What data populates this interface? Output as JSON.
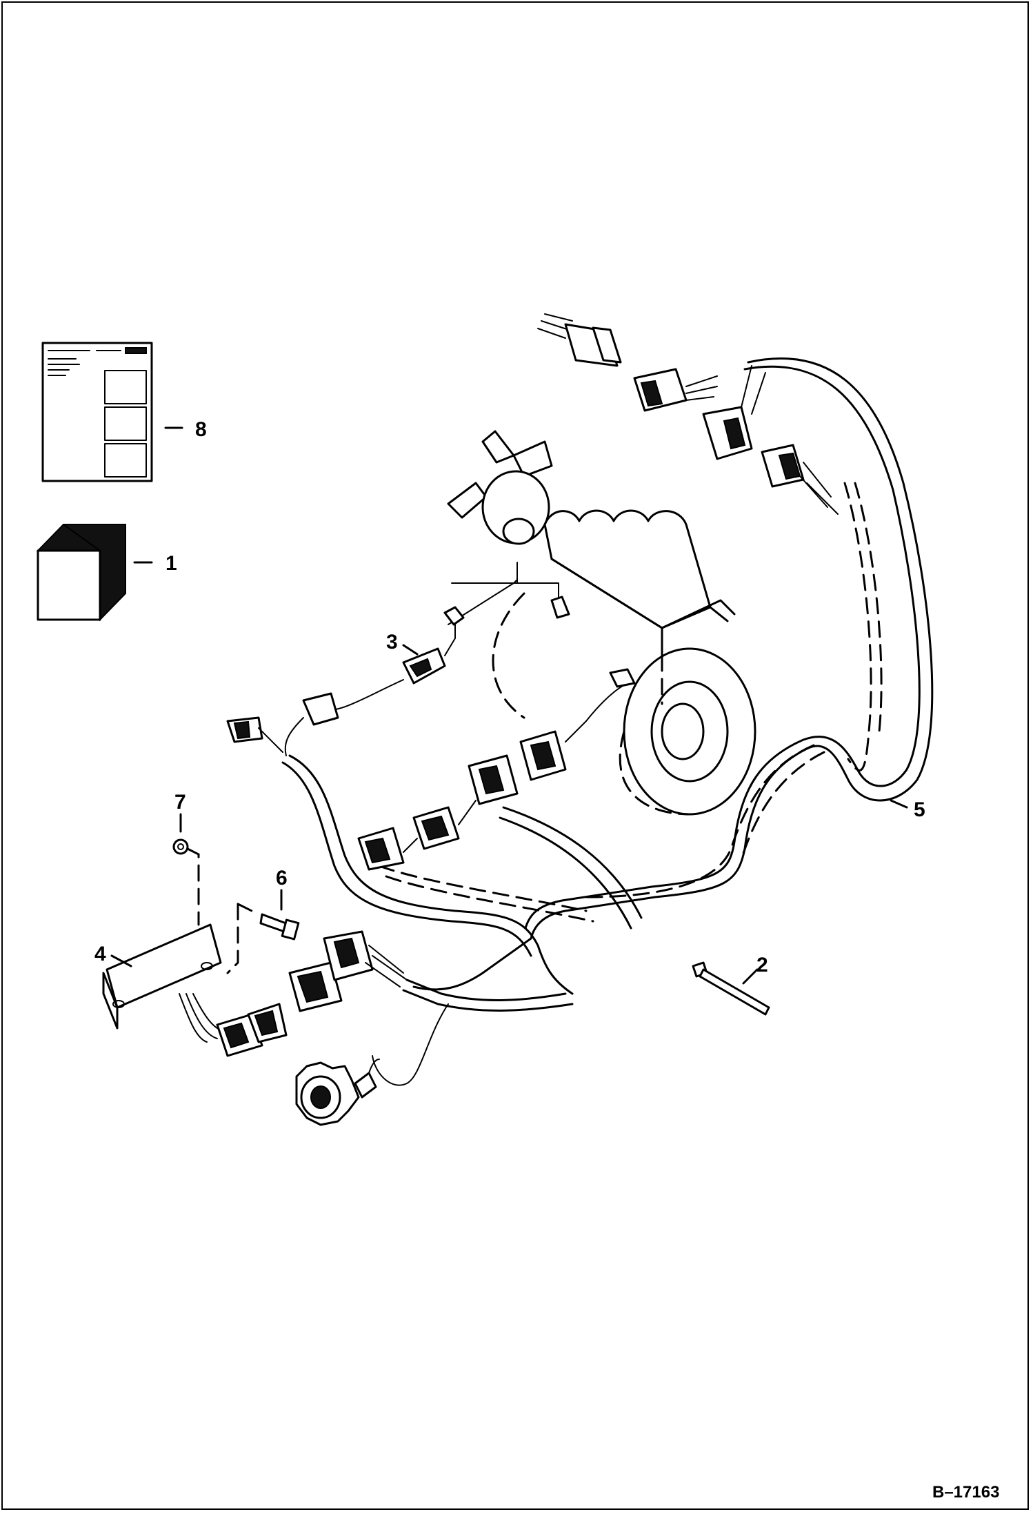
{
  "figure_code": "B–17163",
  "callouts": [
    {
      "id": "1",
      "text": "1"
    },
    {
      "id": "2",
      "text": "2"
    },
    {
      "id": "3",
      "text": "3"
    },
    {
      "id": "4",
      "text": "4"
    },
    {
      "id": "5",
      "text": "5"
    },
    {
      "id": "6",
      "text": "6"
    },
    {
      "id": "7",
      "text": "7"
    },
    {
      "id": "8",
      "text": "8"
    }
  ],
  "colors": {
    "line": "#000000",
    "background": "#ffffff"
  }
}
